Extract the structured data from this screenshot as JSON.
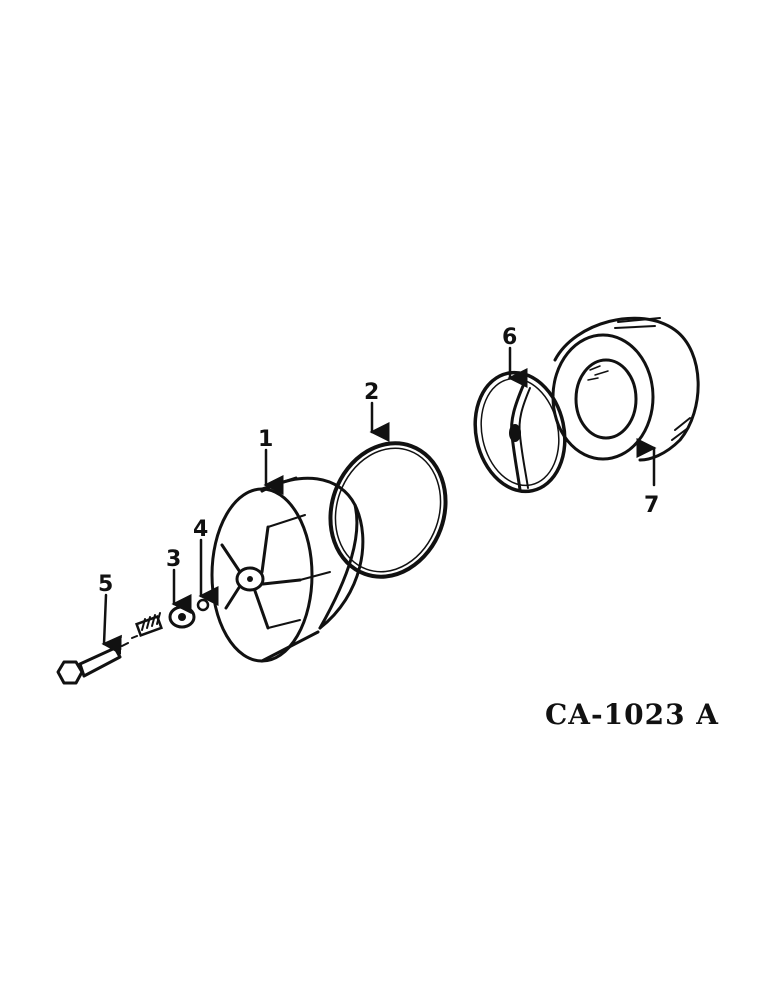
{
  "diagram": {
    "type": "exploded parts diagram",
    "drawing_code": "CA-1023 A",
    "callouts": [
      {
        "id": "1",
        "label": "1"
      },
      {
        "id": "2",
        "label": "2"
      },
      {
        "id": "3",
        "label": "3"
      },
      {
        "id": "4",
        "label": "4"
      },
      {
        "id": "5",
        "label": "5"
      },
      {
        "id": "6",
        "label": "6"
      },
      {
        "id": "7",
        "label": "7"
      }
    ],
    "colors": {
      "ink": "#111111",
      "paper": "#ffffff"
    }
  }
}
